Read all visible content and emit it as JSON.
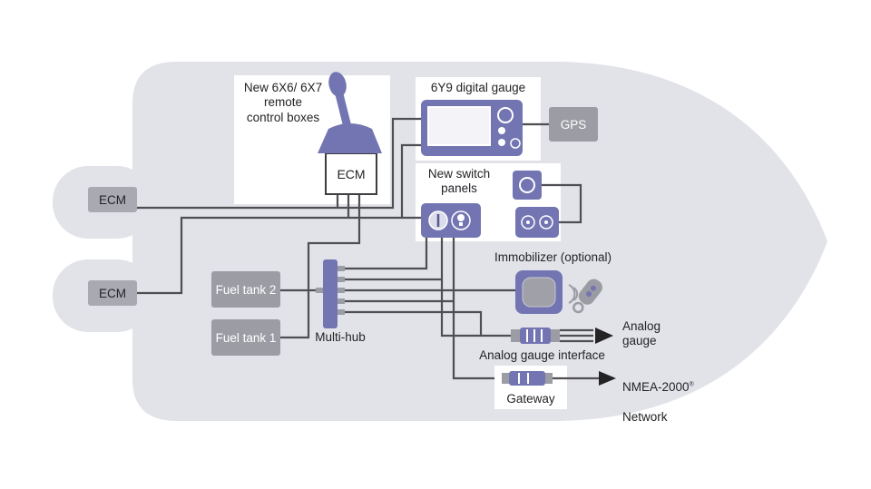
{
  "colors": {
    "hull": "#e2e3e9",
    "accent_purple": "#7375b2",
    "box_gray": "#9c9ca4",
    "wire": "#4e4e53",
    "text": "#232327",
    "arrow": "#232326"
  },
  "engines": {
    "ecm_top": "ECM",
    "ecm_bottom": "ECM"
  },
  "remote_control": {
    "title": "New 6X6/ 6X7\nremote\ncontrol boxes",
    "ecm_label": "ECM"
  },
  "digital_gauge": {
    "title": "6Y9 digital gauge"
  },
  "gps": {
    "label": "GPS"
  },
  "switch_panels": {
    "title": "New switch\npanels"
  },
  "immobilizer": {
    "label": "Immobilizer (optional)"
  },
  "fuel_tanks": {
    "tank2": "Fuel tank 2",
    "tank1": "Fuel tank 1"
  },
  "multi_hub": {
    "label": "Multi-hub"
  },
  "analog": {
    "interface_label": "Analog gauge interface",
    "gauge_label": "Analog\ngauge"
  },
  "gateway": {
    "label": "Gateway"
  },
  "nmea": {
    "line1": "NMEA-2000",
    "mark": "®",
    "line2": "Network"
  }
}
